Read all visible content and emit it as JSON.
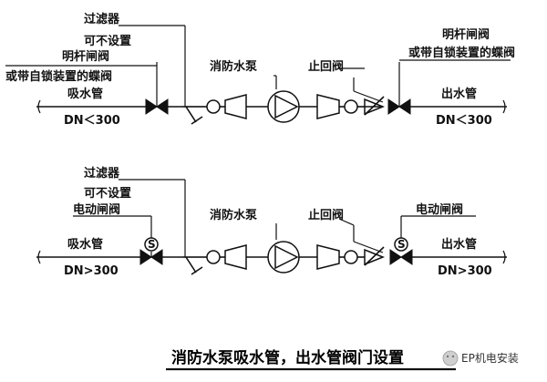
{
  "top": {
    "filter_label": "过滤器",
    "optional_label": "可不设置",
    "inlet_valve_label_1": "明杆闸阀",
    "inlet_valve_label_2": "或带自锁装置的蝶阀",
    "suction_label": "吸水管",
    "suction_dn": "DN＜300",
    "pump_label": "消防水泵",
    "check_valve_label": "止回阀",
    "outlet_valve_label_1": "明杆闸阀",
    "outlet_valve_label_2": "或带自锁装置的蝶阀",
    "discharge_label": "出水管",
    "discharge_dn": "DN＜300"
  },
  "bottom": {
    "filter_label": "过滤器",
    "optional_label": "可不设置",
    "inlet_valve_label": "电动闸阀",
    "suction_label": "吸水管",
    "suction_dn": "DN>300",
    "pump_label": "消防水泵",
    "check_valve_label": "止回阀",
    "outlet_valve_label": "电动闸阀",
    "discharge_label": "出水管",
    "discharge_dn": "DN>300",
    "actuator_symbol": "S"
  },
  "caption": "消防水泵吸水管，出水管阀门设置",
  "watermark": "EP机电安装"
}
